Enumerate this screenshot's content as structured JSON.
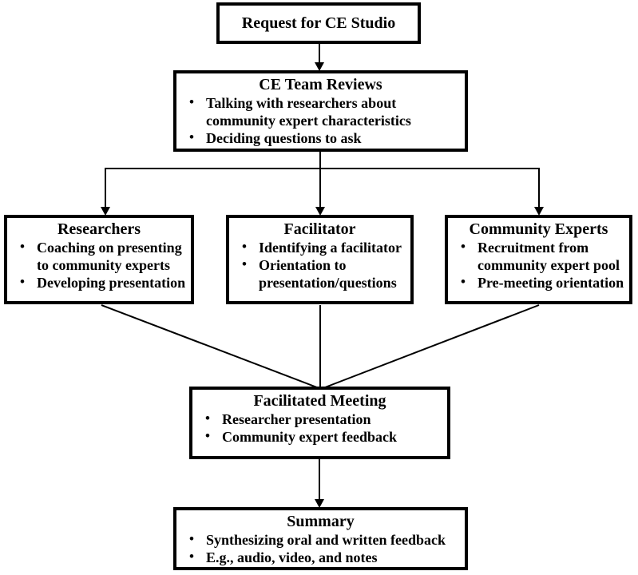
{
  "ui": {
    "bullet_glyph": "•",
    "ink_color": "#000000",
    "background_color": "#ffffff"
  },
  "nodes": {
    "request": {
      "title": "Request for CE Studio",
      "bullets": []
    },
    "ce_team": {
      "title": "CE Team Reviews",
      "bullets": [
        "Talking with researchers about community expert characteristics",
        "Deciding questions to ask"
      ]
    },
    "researchers": {
      "title": "Researchers",
      "bullets": [
        "Coaching on presenting to community experts",
        "Developing presentation"
      ]
    },
    "facilitator": {
      "title": "Facilitator",
      "bullets": [
        "Identifying a facilitator",
        "Orientation to presentation/questions"
      ]
    },
    "community_experts": {
      "title": "Community Experts",
      "bullets": [
        "Recruitment from community expert pool",
        "Pre-meeting orientation"
      ]
    },
    "facilitated_meeting": {
      "title": "Facilitated Meeting",
      "bullets": [
        "Researcher presentation",
        "Community expert feedback"
      ]
    },
    "summary": {
      "title": "Summary",
      "bullets": [
        "Synthesizing oral and written feedback",
        "E.g., audio, video, and notes"
      ]
    }
  },
  "edges": [
    {
      "from": "request",
      "to": "ce_team",
      "style": "arrow"
    },
    {
      "from": "ce_team",
      "to": "researchers",
      "style": "arrow"
    },
    {
      "from": "ce_team",
      "to": "facilitator",
      "style": "arrow"
    },
    {
      "from": "ce_team",
      "to": "community_experts",
      "style": "arrow"
    },
    {
      "from": "researchers",
      "to": "facilitated_meeting",
      "style": "line"
    },
    {
      "from": "facilitator",
      "to": "facilitated_meeting",
      "style": "line"
    },
    {
      "from": "community_experts",
      "to": "facilitated_meeting",
      "style": "line"
    },
    {
      "from": "facilitated_meeting",
      "to": "summary",
      "style": "arrow"
    }
  ]
}
